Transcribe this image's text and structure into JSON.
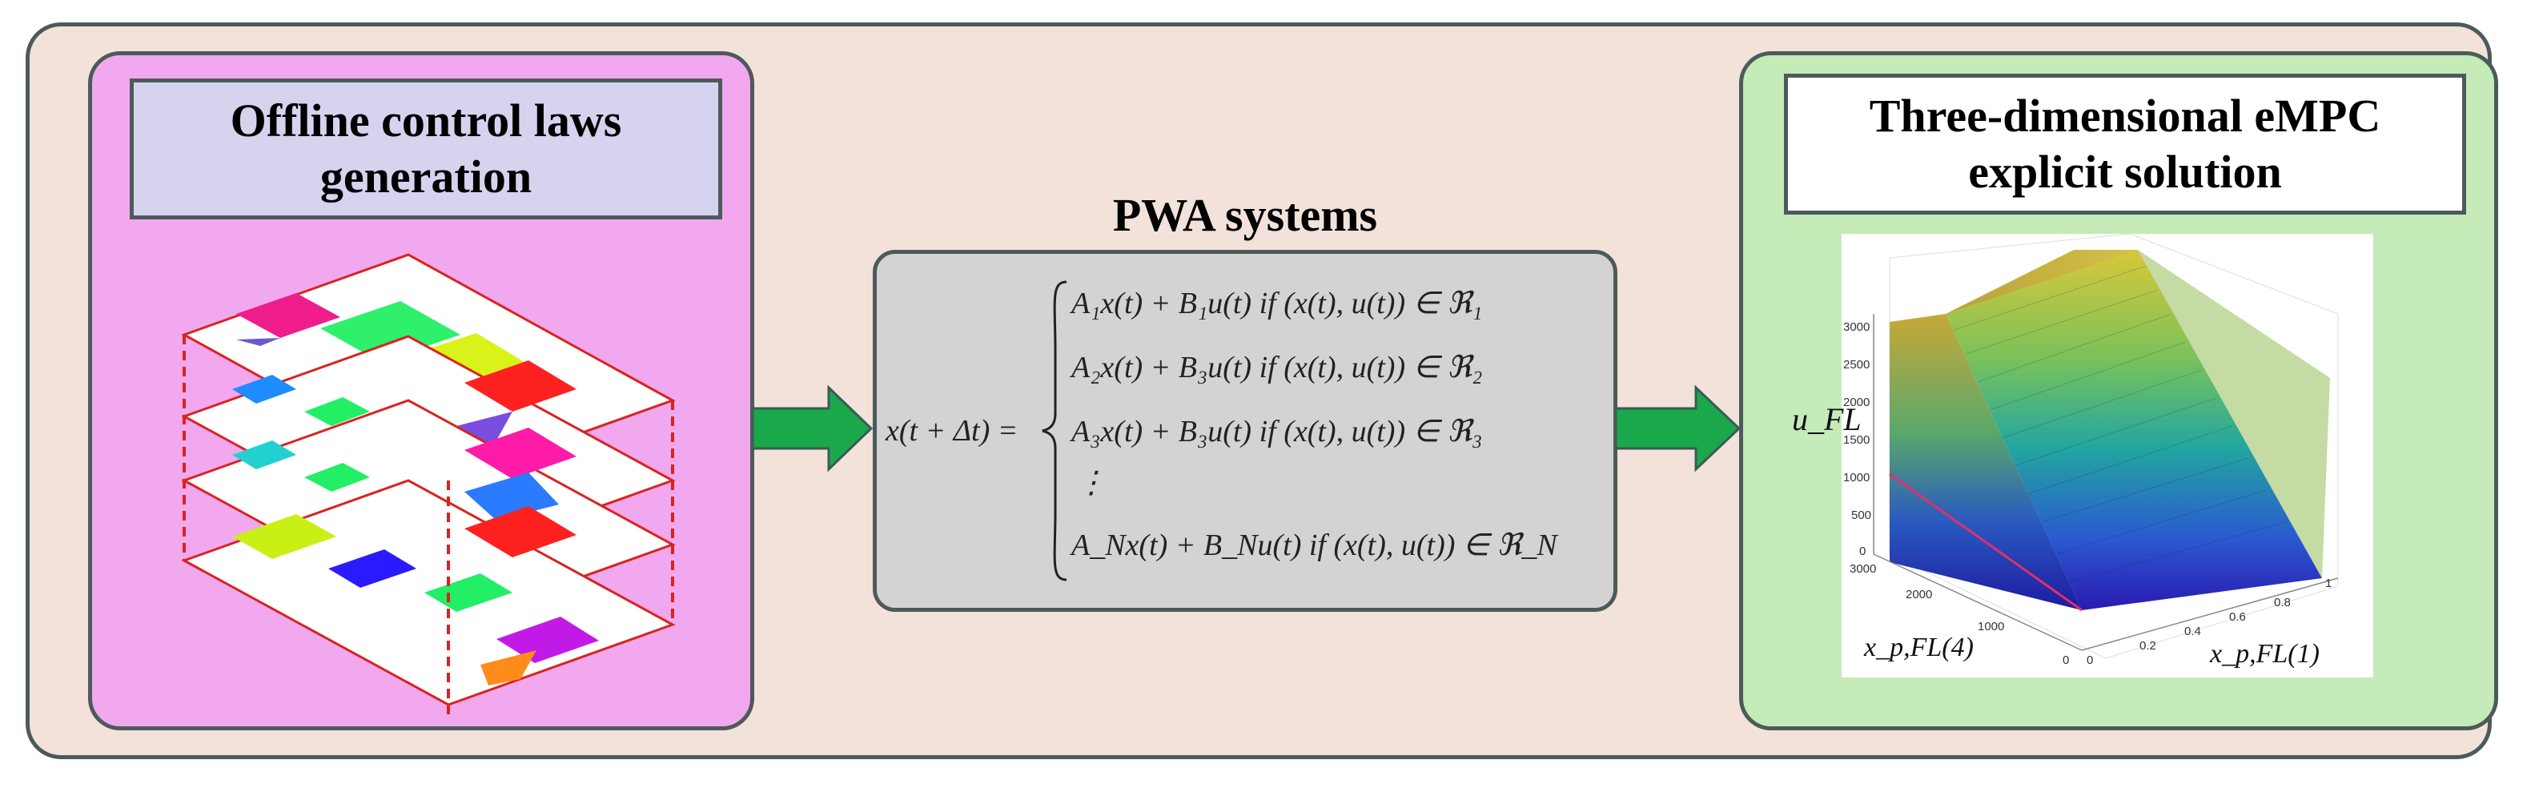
{
  "left": {
    "title": "Offline control laws\ngeneration"
  },
  "middle": {
    "title": "PWA systems",
    "lhs": "x(t + Δt) =",
    "rows": [
      "A₁x(t) + B₁u(t)    if (x(t), u(t)) ∈ ℜ₁",
      "A₂x(t) + B₃u(t)    if (x(t), u(t)) ∈ ℜ₂",
      "A₃x(t) + B₃u(t)    if (x(t), u(t)) ∈ ℜ₃",
      "⋮",
      "A_Nx(t) + B_Nu(t)    if (x(t), u(t)) ∈ ℜ_N"
    ]
  },
  "right": {
    "title": "Three-dimensional eMPC\nexplicit solution",
    "z_label": "u_FL",
    "x_label": "x_p,FL(4)",
    "y_label": "x_p,FL(1)",
    "z_ticks": [
      "3000",
      "2500",
      "2000",
      "1500",
      "1000",
      "500",
      "0"
    ],
    "x_ticks": [
      "3000",
      "2000",
      "1000",
      "0"
    ],
    "y_ticks": [
      "0",
      "0.2",
      "0.4",
      "0.6",
      "0.8",
      "1"
    ]
  },
  "colors": {
    "outer_bg": "#f2e2d9",
    "left_bg": "#f2a8ee",
    "right_bg": "#c4ebb8",
    "mid_bg": "#d3d3d3",
    "arrow": "#1aa84a",
    "dashed": "#d9231f"
  }
}
